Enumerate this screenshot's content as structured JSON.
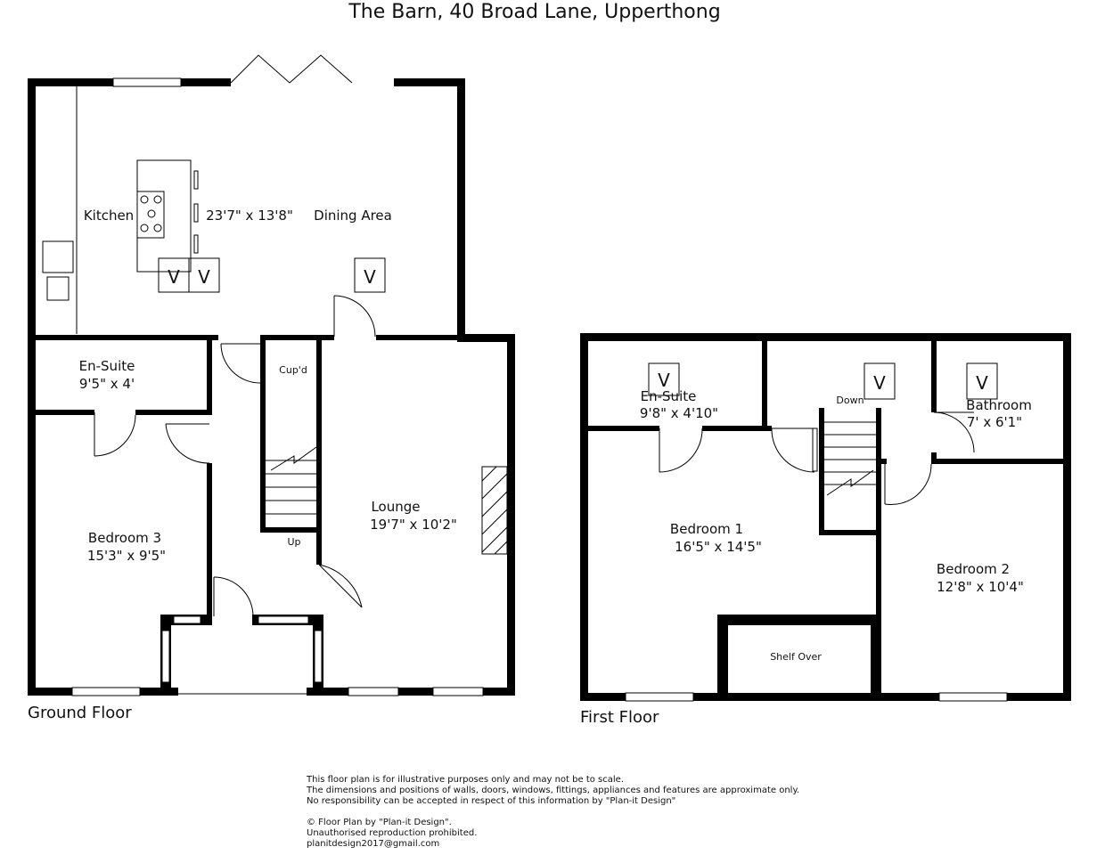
{
  "title": "The Barn, 40 Broad Lane, Upperthong",
  "ground_floor": {
    "label": "Ground Floor",
    "kitchen_label": "Kitchen",
    "kitchen_dims": "23'7\" x 13'8\"",
    "dining_label": "Dining Area",
    "ensuite_label": "En-Suite",
    "ensuite_dims": "9'5\" x 4'",
    "bedroom3_label": "Bedroom 3",
    "bedroom3_dims": "15'3\" x 9'5\"",
    "cupboard_label": "Cup'd",
    "stairs_label": "Up",
    "lounge_label": "Lounge",
    "lounge_dims": "19'7\" x 10'2\"",
    "vent_symbol": "V"
  },
  "first_floor": {
    "label": "First Floor",
    "ensuite_label": "En-Suite",
    "ensuite_dims": "9'8\" x 4'10\"",
    "stairs_label": "Down",
    "bathroom_label": "Bathroom",
    "bathroom_dims": "7' x 6'1\"",
    "bedroom1_label": "Bedroom 1",
    "bedroom1_dims": "16'5\" x 14'5\"",
    "bedroom2_label": "Bedroom 2",
    "bedroom2_dims": "12'8\" x 10'4\"",
    "shelf_label": "Shelf Over",
    "vent_symbol": "V"
  },
  "disclaimer": {
    "line1": "This floor plan is for illustrative purposes only and may not be to scale.",
    "line2": "The dimensions and positions of walls, doors, windows, fittings, appliances and features are approximate only.",
    "line3": "No responsibility can be accepted in respect of this information by \"Plan-it Design\"",
    "line4": "© Floor Plan by \"Plan-it Design\".",
    "line5": "Unauthorised reproduction prohibited.",
    "line6": "planitdesign2017@gmail.com"
  }
}
